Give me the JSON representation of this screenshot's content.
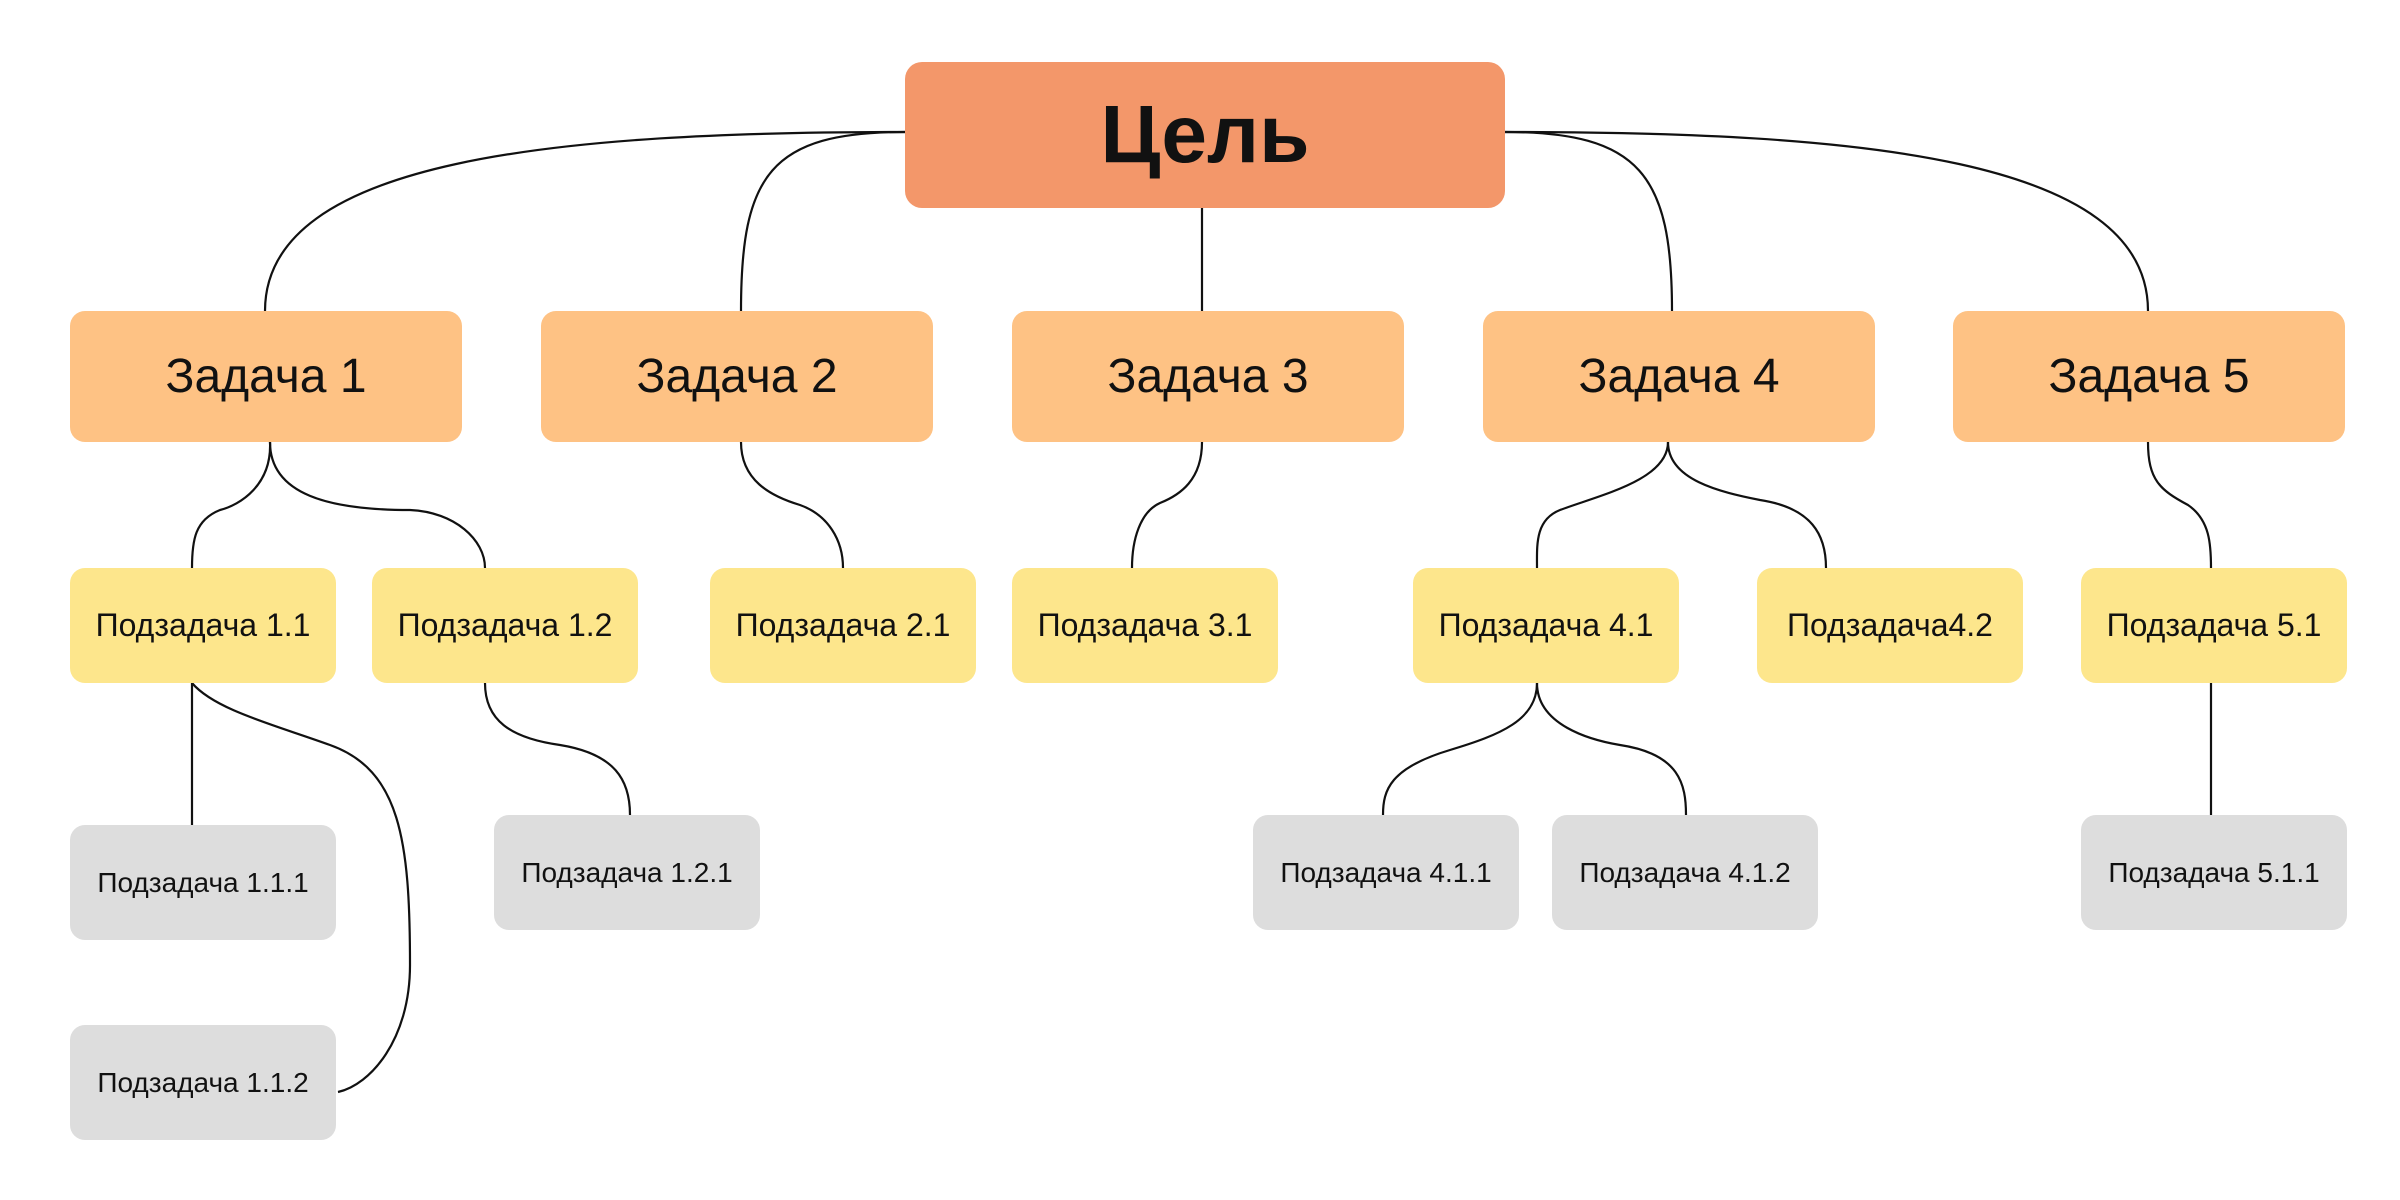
{
  "goal": {
    "label": "Цель"
  },
  "tasks": [
    {
      "label": "Задача 1"
    },
    {
      "label": "Задача 2"
    },
    {
      "label": "Задача 3"
    },
    {
      "label": "Задача 4"
    },
    {
      "label": "Задача 5"
    }
  ],
  "subtasks": [
    {
      "label": "Подзадача 1.1"
    },
    {
      "label": "Подзадача 1.2"
    },
    {
      "label": "Подзадача 2.1"
    },
    {
      "label": "Подзадача 3.1"
    },
    {
      "label": "Подзадача 4.1"
    },
    {
      "label": "Подзадача4.2"
    },
    {
      "label": "Подзадача 5.1"
    }
  ],
  "subsubtasks": [
    {
      "label": "Подзадача 1.1.1"
    },
    {
      "label": "Подзадача 1.1.2"
    },
    {
      "label": "Подзадача 1.2.1"
    },
    {
      "label": "Подзадача 4.1.1"
    },
    {
      "label": "Подзадача 4.1.2"
    },
    {
      "label": "Подзадача 5.1.1"
    }
  ],
  "colors": {
    "goal": "#F3976A",
    "task": "#FEC284",
    "subtask": "#FDE68C",
    "subsubtask": "#DDDDDD",
    "connector": "#111111"
  }
}
